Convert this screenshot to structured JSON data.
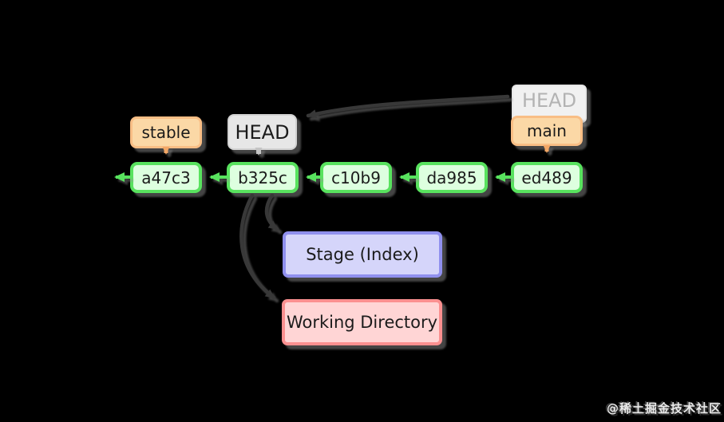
{
  "labels": {
    "stable": "stable",
    "head": "HEAD",
    "ghost_head": "HEAD",
    "main": "main",
    "stage": "Stage (Index)",
    "working_directory": "Working Directory"
  },
  "commits": [
    "a47c3",
    "b325c",
    "c10b9",
    "da985",
    "ed489"
  ],
  "watermark": "@稀土掘金技术社区",
  "colors": {
    "background": "#000000",
    "commit_border": "#58e25e",
    "commit_fill": "#ddffdf",
    "branch_label_border": "#f9be85",
    "branch_label_fill": "#fbd8a6",
    "head_label_fill": "#e7e7e7",
    "ghost_head_fill": "#f1f1f1",
    "ghost_head_text": "#b3b3b3",
    "stage_border": "#9090ee",
    "stage_fill": "#d5d5fa",
    "working_directory_border": "#fb9090",
    "working_directory_fill": "#ffd5d5",
    "dark_arrow": "#383838",
    "shadow": "#969696"
  }
}
